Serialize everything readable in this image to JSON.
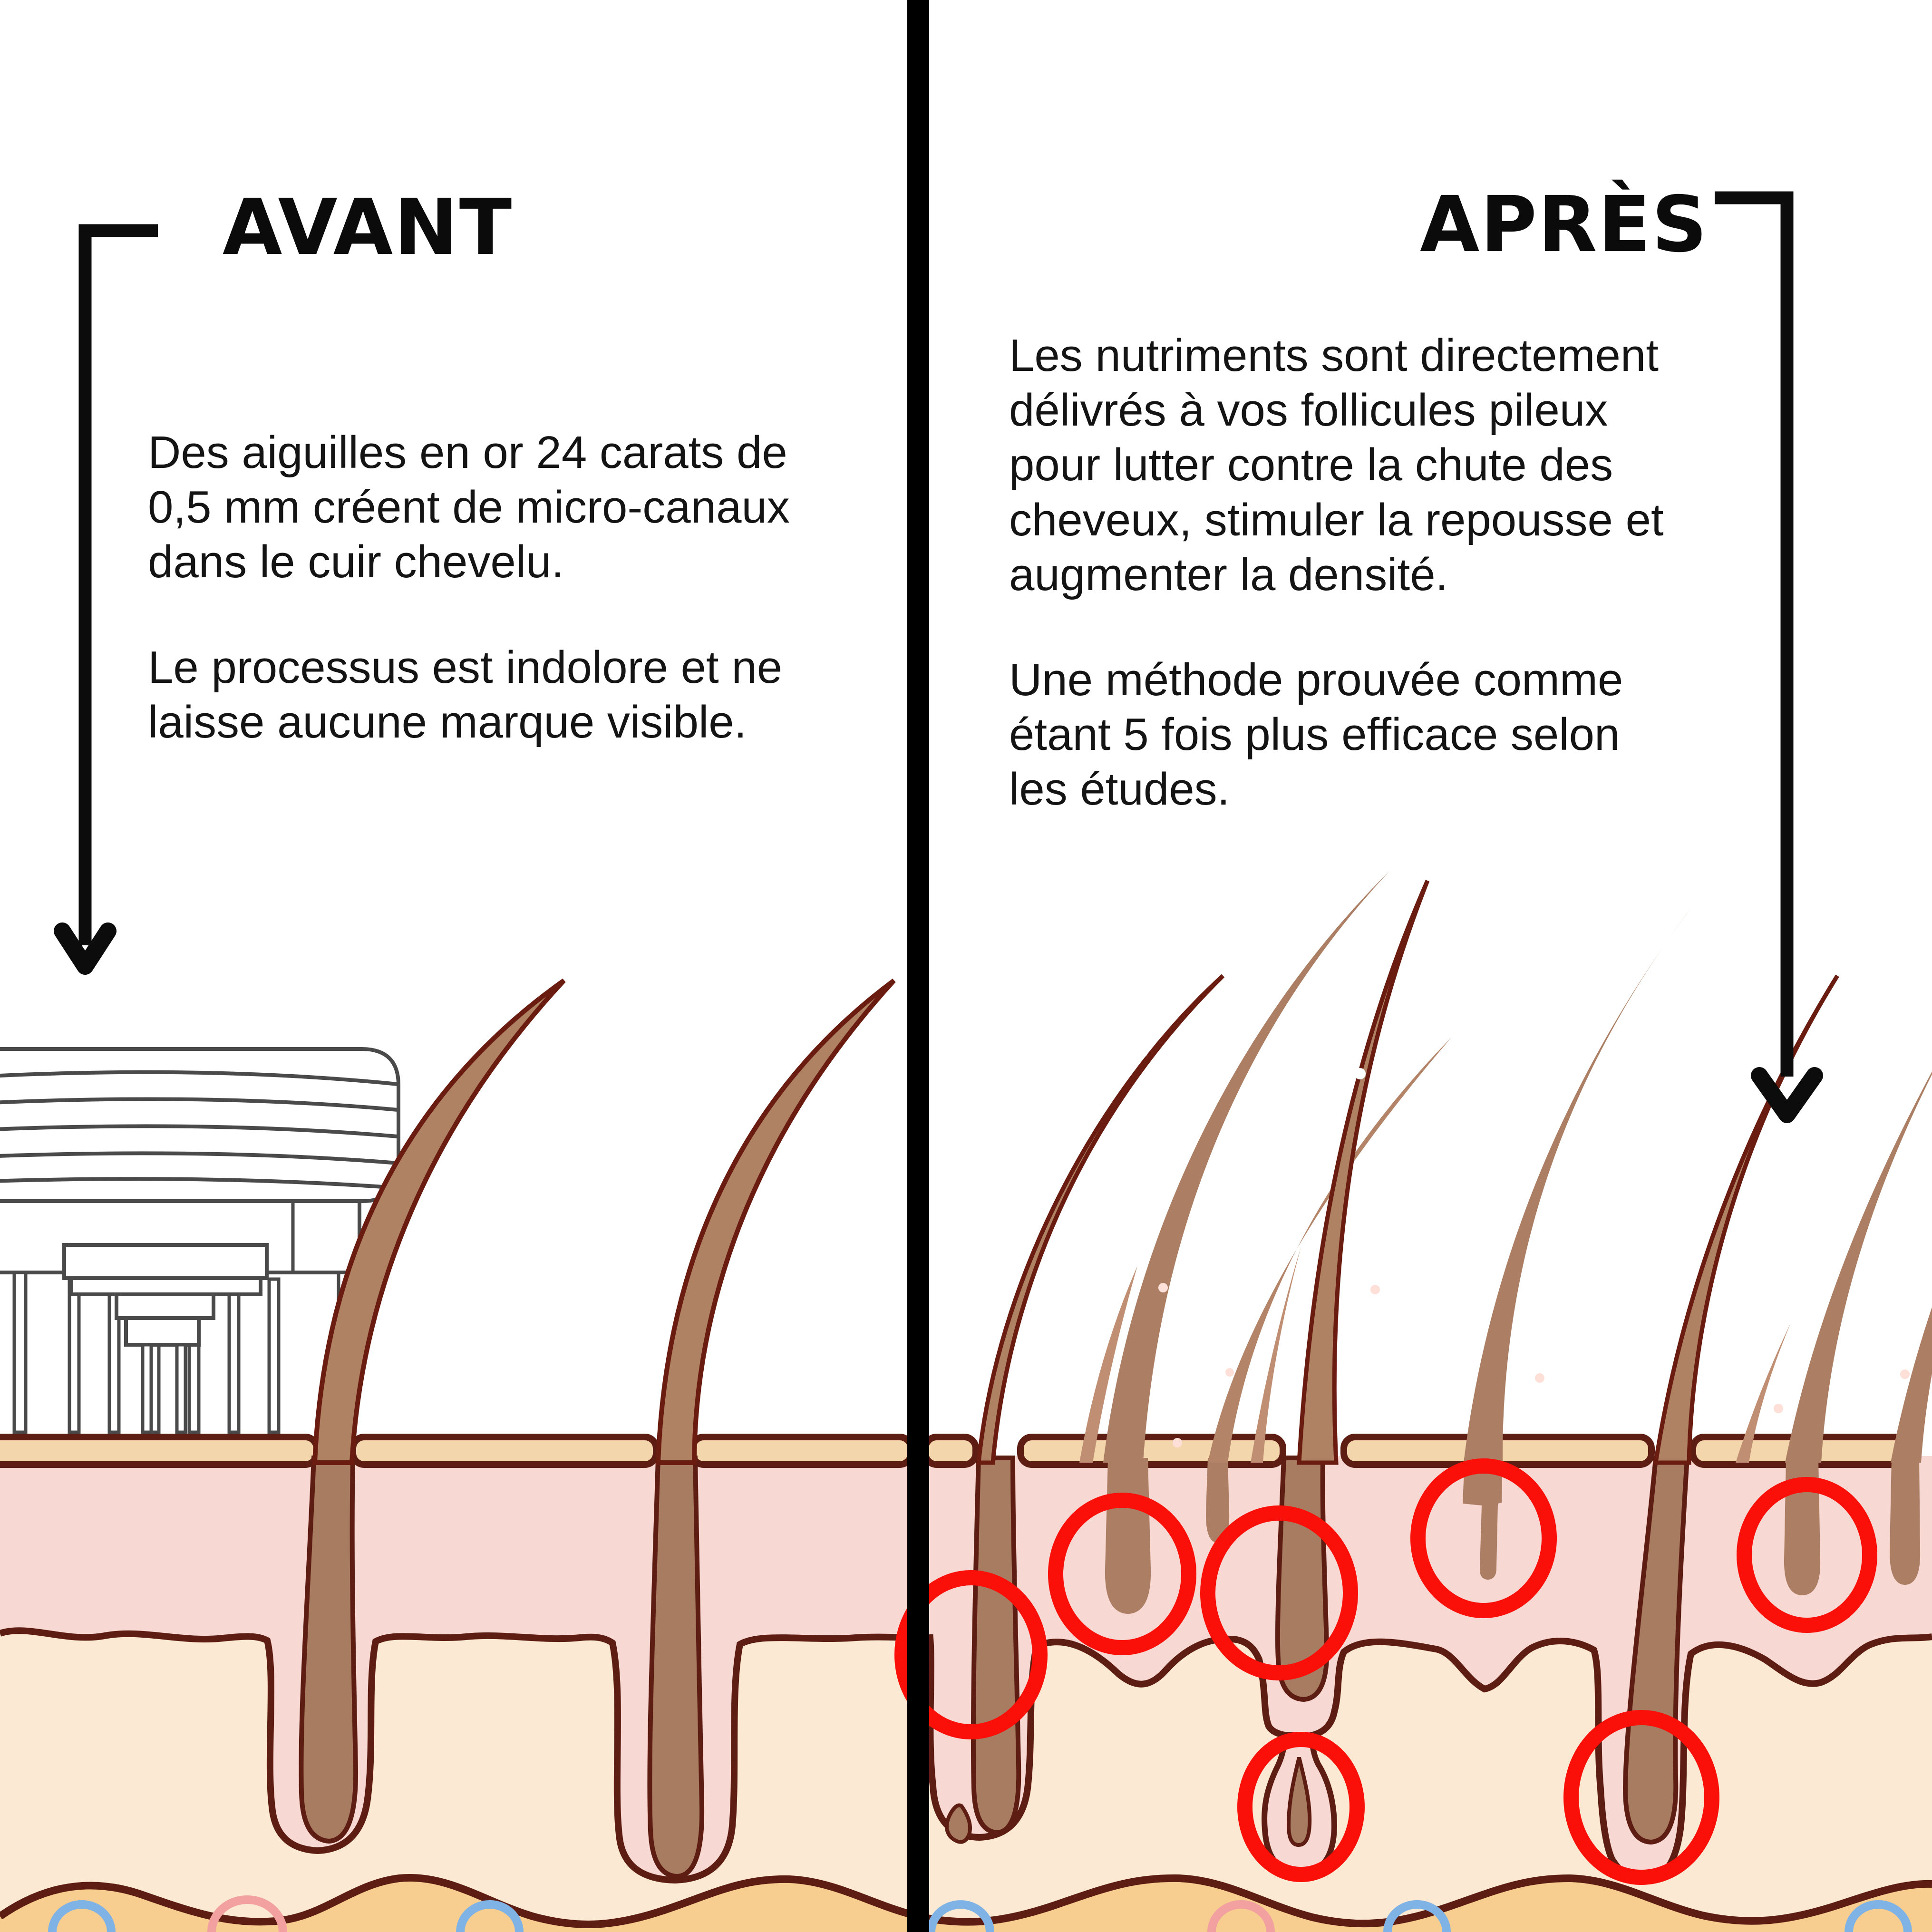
{
  "left_panel": {
    "title": "AVANT",
    "paragraphs": [
      "Des aiguilles en or 24 carats de 0,5 mm créent de micro-canaux dans le cuir chevelu.",
      "Le processus est indolore et ne laisse aucune marque visible."
    ]
  },
  "right_panel": {
    "title": "APRÈS",
    "paragraphs": [
      "Les nutriments sont directement délivrés à vos follicules pileux pour lutter contre la chute des cheveux, stimuler la repousse et augmenter la densité.",
      "Une méthode prouvée comme étant 5 fois plus efficace selon les études."
    ]
  },
  "colors": {
    "background": "#ffffff",
    "divider_black": "#000000",
    "title_text": "#0b0b0b",
    "body_text": "#141414",
    "epidermis_tan": "#F4D6AD",
    "dermis_pink": "#F8D8D2",
    "hypodermis_cream": "#FBE9D3",
    "fat_orange": "#F7CE90",
    "outline_maroon": "#5E1D13",
    "hair_brown": "#AC7E63",
    "hair_outline_dark": "#6B1C10",
    "highlight_red": "#FA1008",
    "vessel_blue": "#7FB2E5",
    "vessel_pink": "#F2A0A0",
    "device_line_gray": "#4A4A4A"
  }
}
